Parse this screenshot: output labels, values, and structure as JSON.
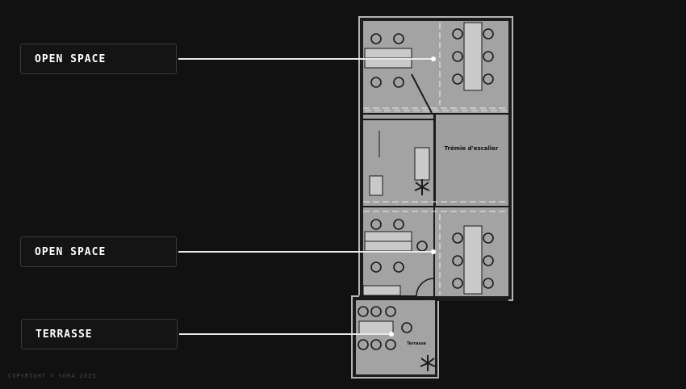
{
  "callouts": [
    {
      "label": "OPEN SPACE"
    },
    {
      "label": "OPEN SPACE"
    },
    {
      "label": "TERRASSE"
    }
  ],
  "plan": {
    "room_label_stair": "Trémie d'escalier",
    "room_label_terrace": "Terrasse"
  },
  "footer": {
    "copyright": "COPYRIGHT © SORA  2025"
  },
  "colors": {
    "background": "#111111",
    "floor": "#a3a3a3",
    "wall": "#1a1a1a",
    "accent": "#ffffff"
  }
}
